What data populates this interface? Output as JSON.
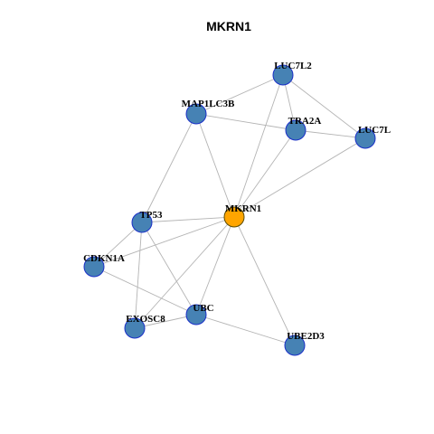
{
  "title": "MKRN1",
  "colors": {
    "node_default": "#4682b4",
    "node_border": "#1a2fc8",
    "node_focus": "#ffa500",
    "node_focus_border": "#5a4a00",
    "edge": "#b4b4b4"
  },
  "nodes": [
    {
      "id": "LUC7L2",
      "label": "LUC7L2",
      "focus": false
    },
    {
      "id": "MAP1LC3B",
      "label": "MAP1LC3B",
      "focus": false
    },
    {
      "id": "TRA2A",
      "label": "TRA2A",
      "focus": false
    },
    {
      "id": "LUC7L",
      "label": "LUC7L",
      "focus": false
    },
    {
      "id": "MKRN1",
      "label": "MKRN1",
      "focus": true
    },
    {
      "id": "TP53",
      "label": "TP53",
      "focus": false
    },
    {
      "id": "CDKN1A",
      "label": "CDKN1A",
      "focus": false
    },
    {
      "id": "UBC",
      "label": "UBC",
      "focus": false
    },
    {
      "id": "EXOSC8",
      "label": "EXOSC8",
      "focus": false
    },
    {
      "id": "UBE2D3",
      "label": "UBE2D3",
      "focus": false
    }
  ],
  "edges": [
    [
      "LUC7L2",
      "MAP1LC3B"
    ],
    [
      "LUC7L2",
      "TRA2A"
    ],
    [
      "LUC7L2",
      "LUC7L"
    ],
    [
      "LUC7L2",
      "MKRN1"
    ],
    [
      "MAP1LC3B",
      "TRA2A"
    ],
    [
      "MAP1LC3B",
      "MKRN1"
    ],
    [
      "MAP1LC3B",
      "TP53"
    ],
    [
      "TRA2A",
      "LUC7L"
    ],
    [
      "TRA2A",
      "MKRN1"
    ],
    [
      "LUC7L",
      "MKRN1"
    ],
    [
      "MKRN1",
      "TP53"
    ],
    [
      "MKRN1",
      "CDKN1A"
    ],
    [
      "MKRN1",
      "UBC"
    ],
    [
      "MKRN1",
      "EXOSC8"
    ],
    [
      "MKRN1",
      "UBE2D3"
    ],
    [
      "TP53",
      "CDKN1A"
    ],
    [
      "TP53",
      "UBC"
    ],
    [
      "TP53",
      "EXOSC8"
    ],
    [
      "CDKN1A",
      "UBC"
    ],
    [
      "UBC",
      "EXOSC8"
    ],
    [
      "UBC",
      "UBE2D3"
    ]
  ]
}
